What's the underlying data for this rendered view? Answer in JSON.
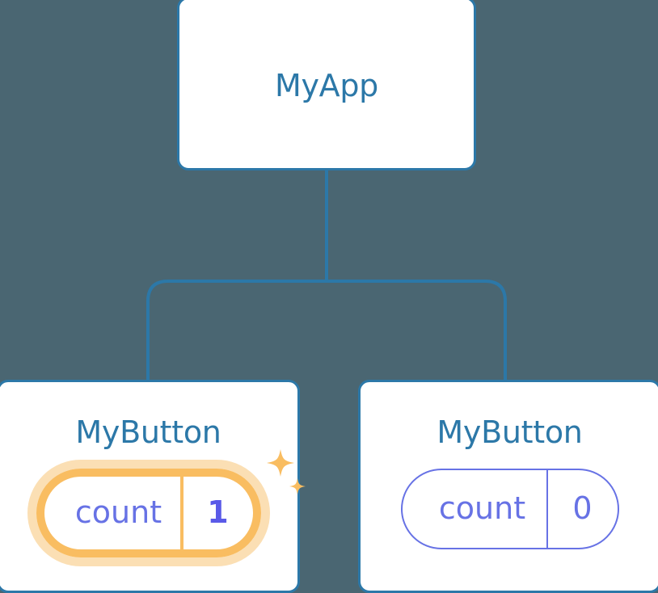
{
  "diagram": {
    "type": "component-tree",
    "background_color": "#4a6672",
    "node_border_color": "#2c78a8",
    "node_title_color": "#2c78a8",
    "connector_color": "#2c78a8",
    "prop_color": "#6772e5",
    "highlight_color": "#f9bd61",
    "highlight_glow_color": "#fbdfb4",
    "highlight_value_color": "#5a5ae8"
  },
  "root": {
    "title": "MyApp"
  },
  "children": [
    {
      "title": "MyButton",
      "prop_key": "count",
      "prop_value": "1",
      "highlighted": true,
      "sparkle_icon": "sparkles-icon"
    },
    {
      "title": "MyButton",
      "prop_key": "count",
      "prop_value": "0",
      "highlighted": false
    }
  ]
}
